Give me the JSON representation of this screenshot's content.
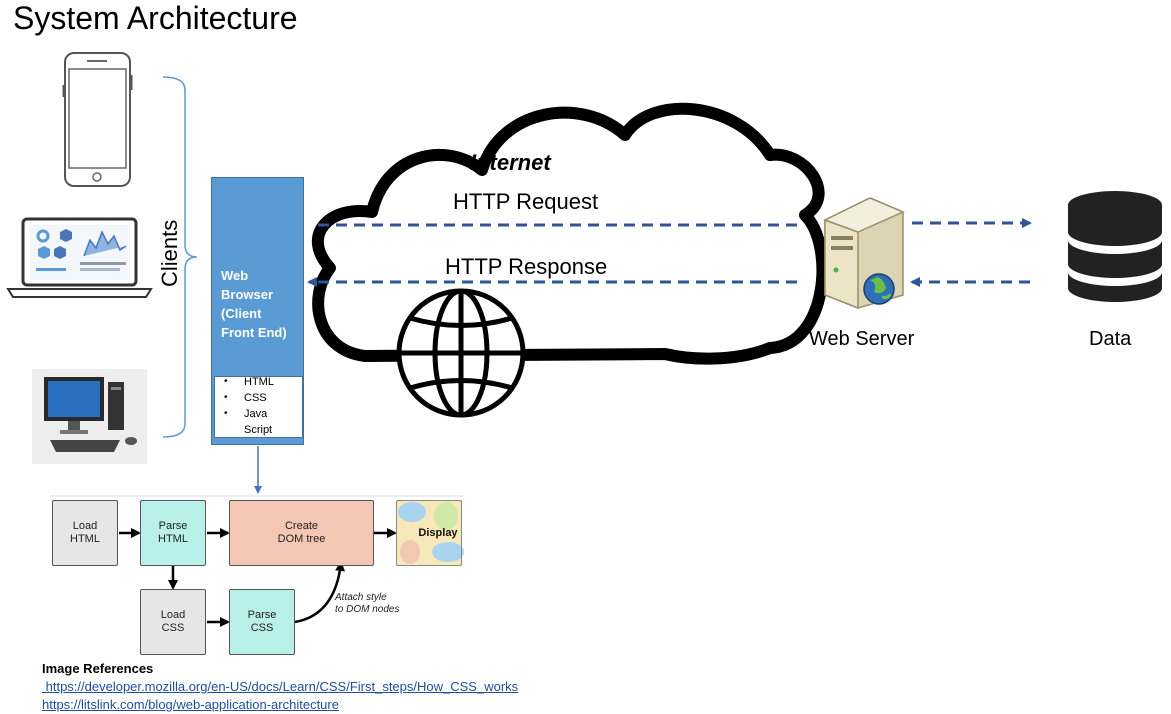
{
  "title": "System Architecture",
  "clients_label": "Clients",
  "browser": {
    "label": "Web\nBrowser\n(Client\nFront End)",
    "technologies": [
      "HTML",
      "CSS",
      "Java",
      "Script"
    ]
  },
  "cloud": {
    "label": "Internet",
    "request_label": "HTTP Request",
    "response_label": "HTTP Response"
  },
  "server_label": "Web Server",
  "data_label": "Data",
  "flow": {
    "load_html": "Load\nHTML",
    "parse_html": "Parse\nHTML",
    "create_dom": "Create\nDOM tree",
    "display": "Display",
    "load_css": "Load\nCSS",
    "parse_css": "Parse\nCSS",
    "attach_note": "Attach style\nto DOM nodes"
  },
  "references": {
    "heading": "Image References",
    "links": [
      " https://developer.mozilla.org/en-US/docs/Learn/CSS/First_steps/How_CSS_works",
      "https://litslink.com/blog/web-application-architecture"
    ]
  },
  "colors": {
    "browser_blue": "#5b9bd5",
    "arrow_blue": "#2f5597",
    "flow_grey": "#e7e6e6",
    "flow_cyan": "#b9f0ea",
    "flow_salmon": "#f4c7b4",
    "link": "#1f4e9c"
  }
}
